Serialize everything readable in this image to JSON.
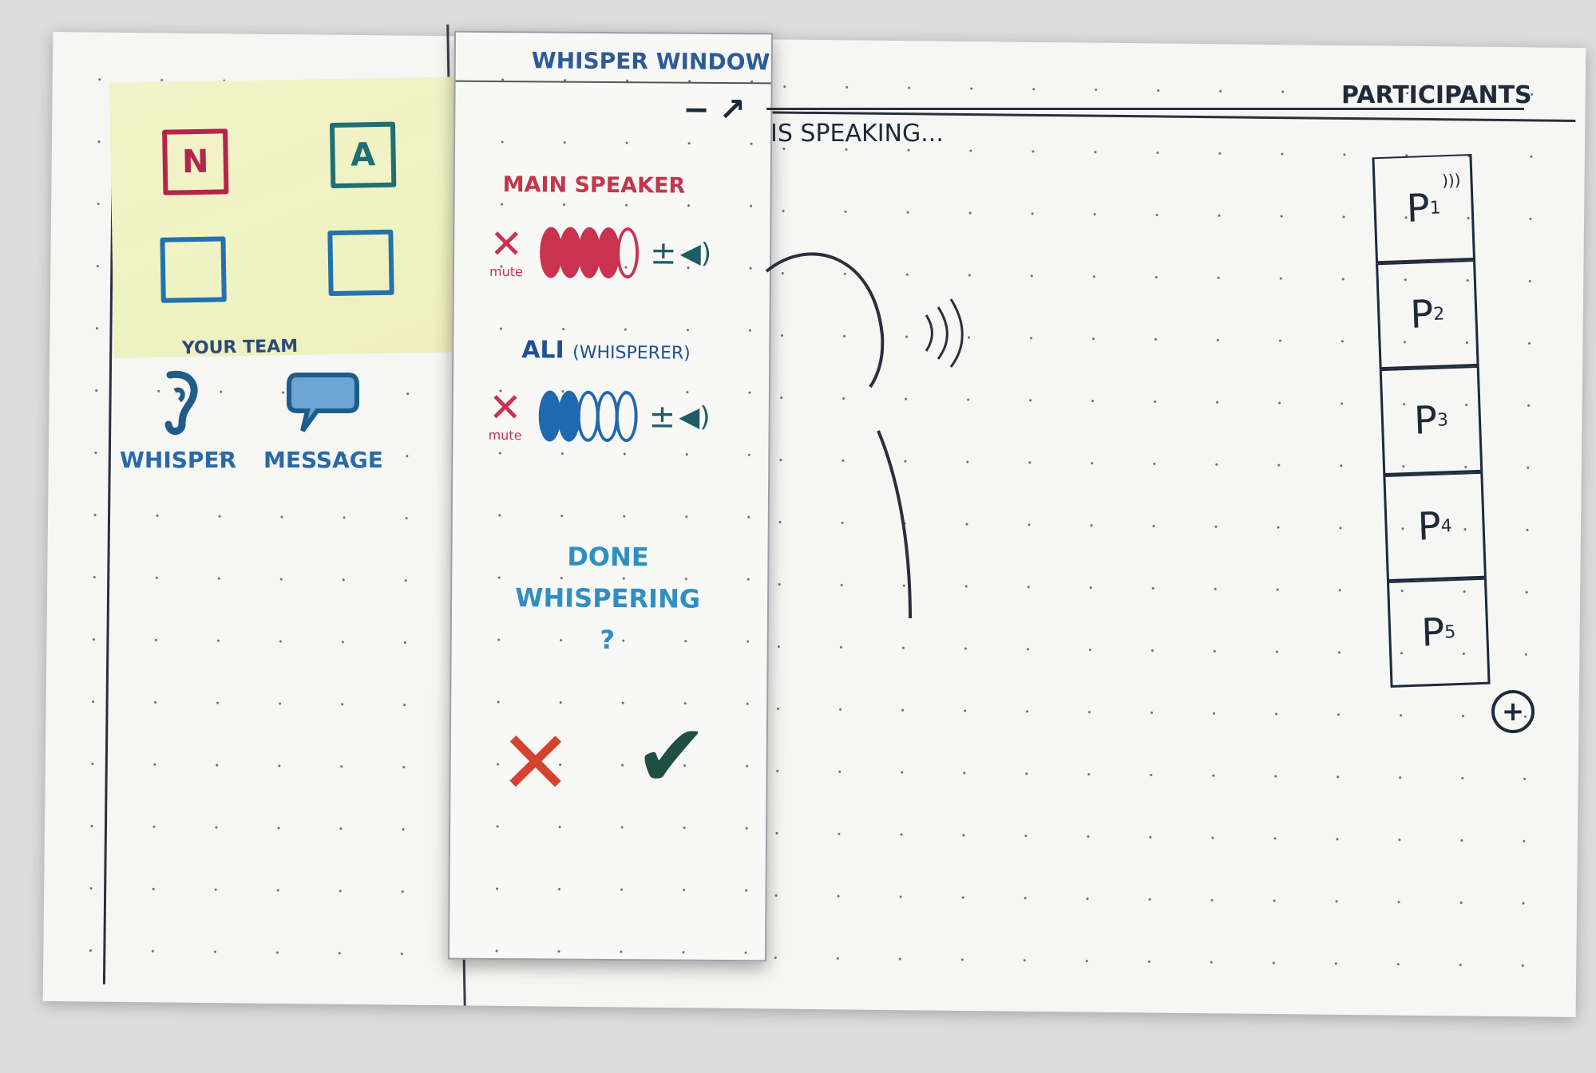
{
  "team": {
    "label": "YOUR TEAM",
    "members": [
      {
        "initial": "N",
        "color": "#b5244a"
      },
      {
        "initial": "A",
        "color": "#1f6f73"
      },
      {
        "initial": "",
        "color": "#2471ad"
      },
      {
        "initial": "",
        "color": "#2471ad"
      }
    ]
  },
  "tools": {
    "whisper_label": "WHISPER",
    "whisper_icon": "ear-icon",
    "message_label": "MESSAGE",
    "message_icon": "speech-bubble-icon"
  },
  "whisper_window": {
    "title": "WHISPER WINDOW",
    "minimize_icon": "minimize-icon",
    "expand_icon": "expand-arrow-icon",
    "main_speaker_label": "MAIN SPEAKER",
    "mute_label": "mute",
    "whisperer_name": "ALI",
    "whisperer_role": "(WHISPERER)",
    "volume_plus_minus": "±",
    "done_line1": "DONE",
    "done_line2": "WHISPERING",
    "done_q": "?",
    "cancel_icon": "x-icon",
    "confirm_icon": "checkmark-icon",
    "colors": {
      "main": "#c9334f",
      "whisperer": "#2068b0",
      "done": "#2f8fc2"
    }
  },
  "stage": {
    "speaking_text": "IS SPEAKING...",
    "participants_title": "PARTICIPANTS",
    "participants": [
      {
        "name": "P",
        "index": "1",
        "speaking": true
      },
      {
        "name": "P",
        "index": "2",
        "speaking": false
      },
      {
        "name": "P",
        "index": "3",
        "speaking": false
      },
      {
        "name": "P",
        "index": "4",
        "speaking": false
      },
      {
        "name": "P",
        "index": "5",
        "speaking": false
      }
    ],
    "add_label": "+"
  }
}
